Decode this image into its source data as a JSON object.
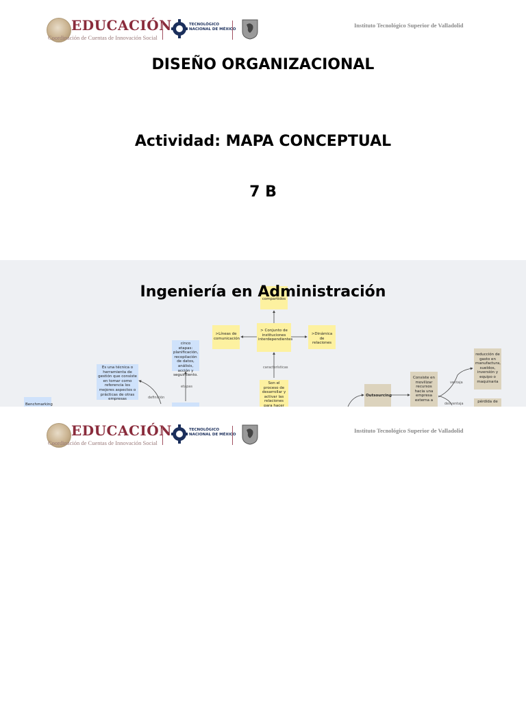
{
  "header": {
    "educacion": "EDUCACIÓN",
    "educacion_sub": "Coordinación de Cuentas de Innovación Social",
    "tec_line1": "TECNOLÓGICO",
    "tec_line2": "NACIONAL DE MÉXICO",
    "institute": "Instituto Tecnológico Superior de Valladolid"
  },
  "page": {
    "subject": "DISEÑO ORGANIZACIONAL",
    "activity": "Actividad: MAPA CONCEPTUAL",
    "group": "7 B",
    "career": "Ingeniería en Administración"
  },
  "concept_map": {
    "compartidos": "compartidos",
    "lineas": ">Líneas de comunicación",
    "conjunto": "> Conjunto de instituciones interdependientes",
    "dinamica": ">Dinámica de relaciones",
    "caracteristicas": "características",
    "son": "Son el proceso de desarrollar y activar las relaciones para hacer",
    "cinco": "cinco etapas: planificación, recopilación de datos, análisis, acción y seguimiento.",
    "etapas": "etapas",
    "tecnica": "Es una técnica o herramienta de gestión que consiste en tomar como referencia los mejores aspectos o prácticas de otras empresas",
    "definicion": "definición",
    "benchmarking": "Benchmarking",
    "outsourcing": "Outsourcing",
    "consiste": "Consiste en movilizar recursos hacia una empresa externa a",
    "ventaja": "ventaja",
    "desventaja": "desventaja",
    "reduccion": "reducción de gasto en manufactura, sueldos, inversión y equipo o maquinaria",
    "perdida": "pérdida de"
  }
}
